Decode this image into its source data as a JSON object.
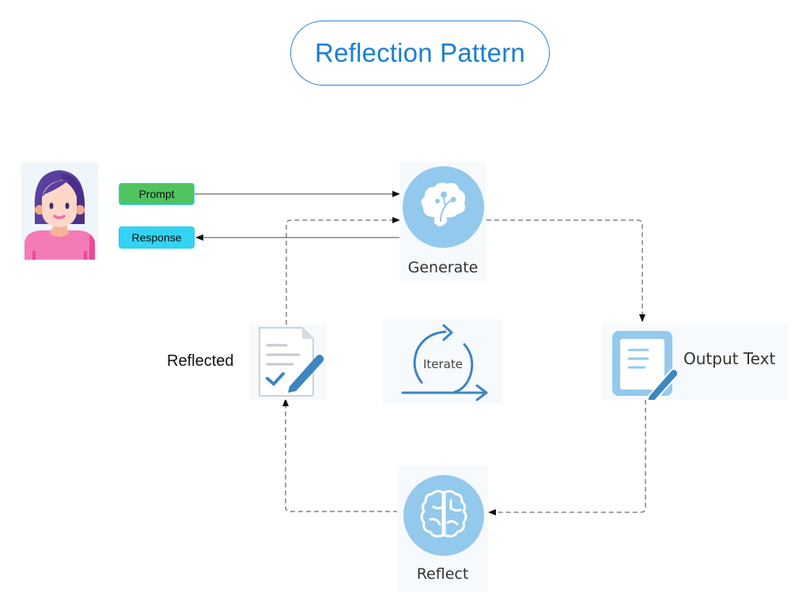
{
  "title": "Reflection Pattern",
  "user": {
    "icon": "user-avatar-icon"
  },
  "messages": {
    "prompt_label": "Prompt",
    "response_label": "Response",
    "prompt_color": "#4fc35f",
    "response_color": "#33d3f3"
  },
  "nodes": {
    "generate": {
      "label": "Generate",
      "icon": "tree-brain-icon"
    },
    "output": {
      "label": "Output Text",
      "icon": "document-edit-icon"
    },
    "reflect": {
      "label": "Reflect",
      "icon": "brain-icon"
    },
    "reflected": {
      "label": "Reflected",
      "icon": "document-check-icon"
    },
    "iterate": {
      "label": "Iterate",
      "icon": "iterate-loop-icon"
    }
  },
  "edges": [
    {
      "from": "prompt",
      "to": "generate",
      "style": "solid"
    },
    {
      "from": "generate",
      "to": "response",
      "style": "solid"
    },
    {
      "from": "generate",
      "to": "output",
      "style": "dashed"
    },
    {
      "from": "output",
      "to": "reflect",
      "style": "dashed"
    },
    {
      "from": "reflect",
      "to": "reflected",
      "style": "dashed"
    },
    {
      "from": "reflected",
      "to": "generate",
      "style": "dashed"
    }
  ],
  "colors": {
    "accent": "#1a7fd4",
    "node_fill": "#93c9ec",
    "icon_blue": "#3d86c0"
  }
}
